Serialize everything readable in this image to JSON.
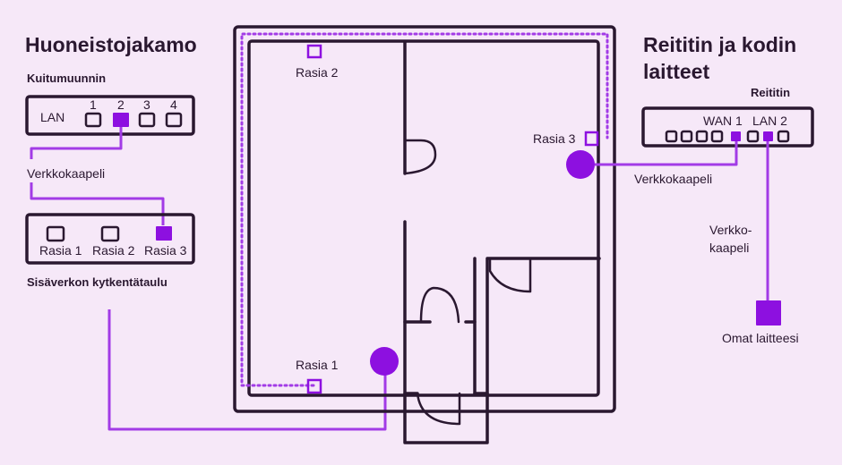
{
  "headings": {
    "left": "Huoneistojakamo",
    "right_line1": "Reititin ja kodin",
    "right_line2": "laitteet"
  },
  "fiber_modem": {
    "title": "Kuitumuunnin",
    "lan_label": "LAN",
    "ports": [
      "1",
      "2",
      "3",
      "4"
    ],
    "active_port": "2"
  },
  "cable_label_left": "Verkkokaapeli",
  "patch_panel": {
    "title": "Sisäverkon kytkentätaulu",
    "sockets": [
      "Rasia 1",
      "Rasia 2",
      "Rasia 3"
    ],
    "active_socket": "Rasia 3"
  },
  "floorplan": {
    "socket_labels": [
      "Rasia 1",
      "Rasia 2",
      "Rasia 3"
    ]
  },
  "router": {
    "title": "Reititin",
    "wan_label": "WAN 1",
    "lan_label": "LAN 2"
  },
  "cable_label_right": "Verkkokaapeli",
  "cable_label_vertical_line1": "Verkko-",
  "cable_label_vertical_line2": "kaapeli",
  "devices_label": "Omat laitteesi",
  "colors": {
    "background": "#f6e8f8",
    "accent": "#8d10e0",
    "cable": "#a23be6",
    "ink": "#2a1830"
  }
}
